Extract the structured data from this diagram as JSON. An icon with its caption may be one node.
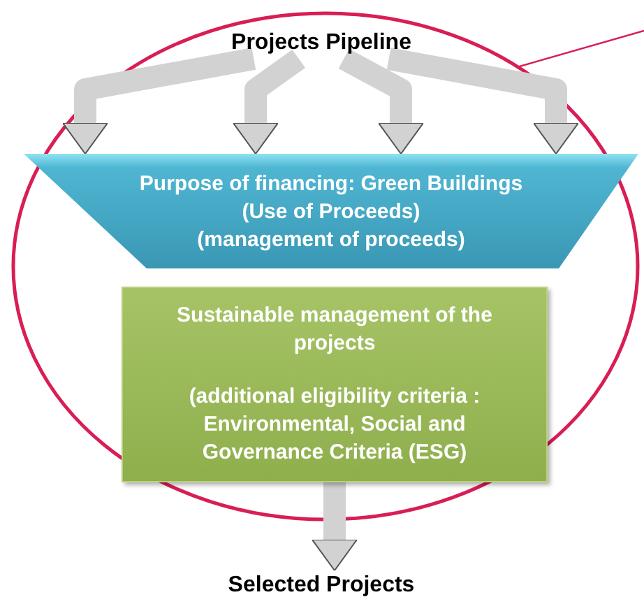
{
  "diagram": {
    "nodes": [
      {
        "text": [],
        "shape": "ellipse"
      },
      {
        "text": [
          "Projects Pipeline"
        ],
        "in": 0
      },
      {
        "text": [
          "Purpose of financing: Green Buildings",
          "(Use of Proceeds)",
          "(management of proceeds)"
        ],
        "in": 0
      },
      {
        "text": [
          "Sustainable management of the projects",
          "(additional eligibility criteria : Environmental, Social and Governance Criteria (ESG)"
        ],
        "in": 0
      },
      {
        "text": [
          "Selected Projects"
        ]
      }
    ],
    "edges": [
      {
        "from": 1,
        "to": 2,
        "arrow": "to"
      },
      {
        "from": 1,
        "to": 2,
        "arrow": "to"
      },
      {
        "from": 1,
        "to": 2,
        "arrow": "to"
      },
      {
        "from": 1,
        "to": 2,
        "arrow": "to"
      },
      {
        "from": 3,
        "to": 4,
        "arrow": "to"
      },
      {
        "from": 0,
        "to": null,
        "arrow": "none",
        "color": "#d81e54"
      }
    ]
  }
}
